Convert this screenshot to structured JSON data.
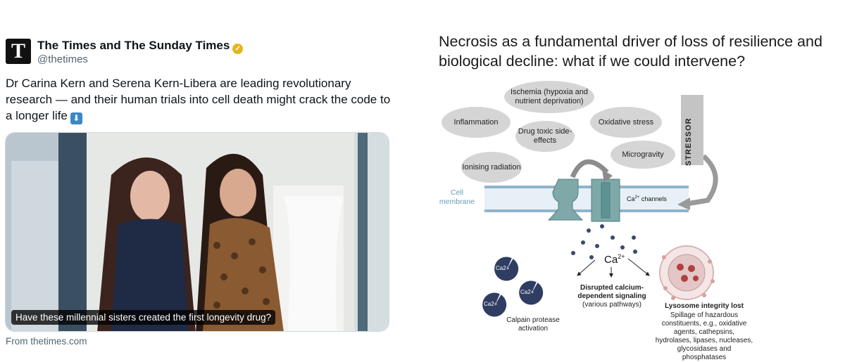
{
  "tweet": {
    "logo_letter": "T",
    "account_name": "The Times and The Sunday Times",
    "handle": "@thetimes",
    "verified_icon": "verified-badge-icon",
    "text": "Dr Carina Kern and Serena Kern-Libera are leading revolutionary research — and their human trials into cell death might crack the code to a longer life",
    "emoji": "⬇",
    "card": {
      "caption": "Have these millennial sisters created the first longevity drug?"
    },
    "source": "From thetimes.com"
  },
  "slide": {
    "title": "Necrosis as a fundamental driver of loss of resilience and biological decline: what if we could intervene?",
    "stressors": [
      "Ischemia (hypoxia and nutrient deprivation)",
      "Inflammation",
      "Drug toxic side-effects",
      "Oxidative stress",
      "Ionising radiation",
      "Microgravity"
    ],
    "stressor_label": "STRESSOR",
    "cell_membrane": "Cell membrane",
    "ca_channels": "Ca",
    "ca_channels_sup": "2+",
    "ca_channels_tail": " channels",
    "ca_center": "Ca",
    "ca_center_sup": "2+",
    "calpain_ion": "Ca2+",
    "calpain_label": "Calpain protease activation",
    "disrupted_title": "Disrupted calcium-dependent signaling",
    "disrupted_sub": "(various pathways)",
    "lysosome_title": "Lysosome integrity lost",
    "lysosome_sub": "Spillage of hazardous constituents, e.g., oxidative agents, cathepsins, hydrolases, lipases, nucleases, glycosidases and phosphatases"
  }
}
